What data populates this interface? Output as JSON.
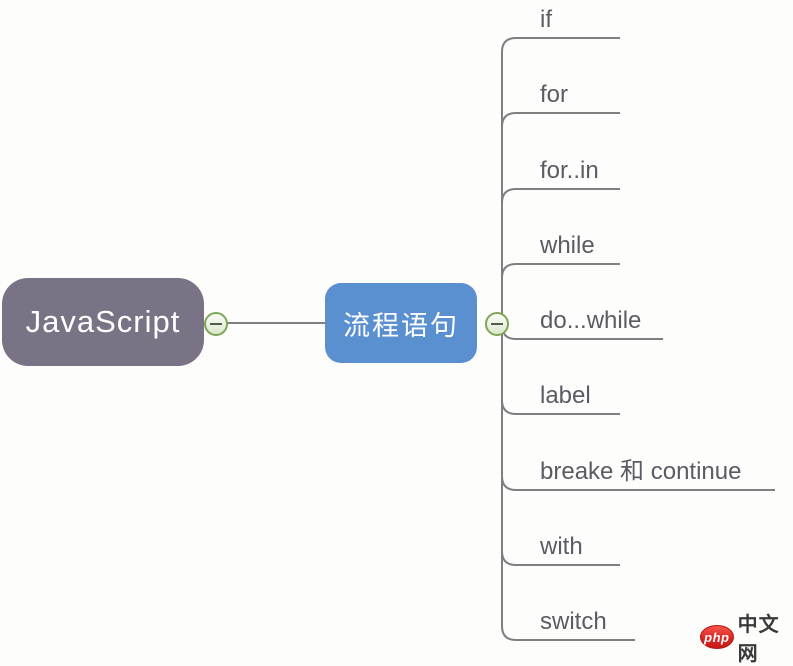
{
  "diagram": {
    "root": {
      "label": "JavaScript"
    },
    "branch": {
      "label": "流程语句"
    },
    "leaves": [
      "if",
      "for",
      "for..in",
      "while",
      "do...while",
      "label",
      "breake 和 continue",
      "with",
      "switch"
    ],
    "colors": {
      "root_fill": "#7a7385",
      "branch_fill": "#5b90d0",
      "edge": "#7f7f82",
      "leaf_text": "#5e5a64",
      "collapse_border": "#7fa558",
      "collapse_fill": "#eaf2e0"
    }
  },
  "icons": {
    "collapse_root": "minus",
    "collapse_branch": "minus"
  },
  "watermark": {
    "badge": "php",
    "site": "中文网"
  }
}
